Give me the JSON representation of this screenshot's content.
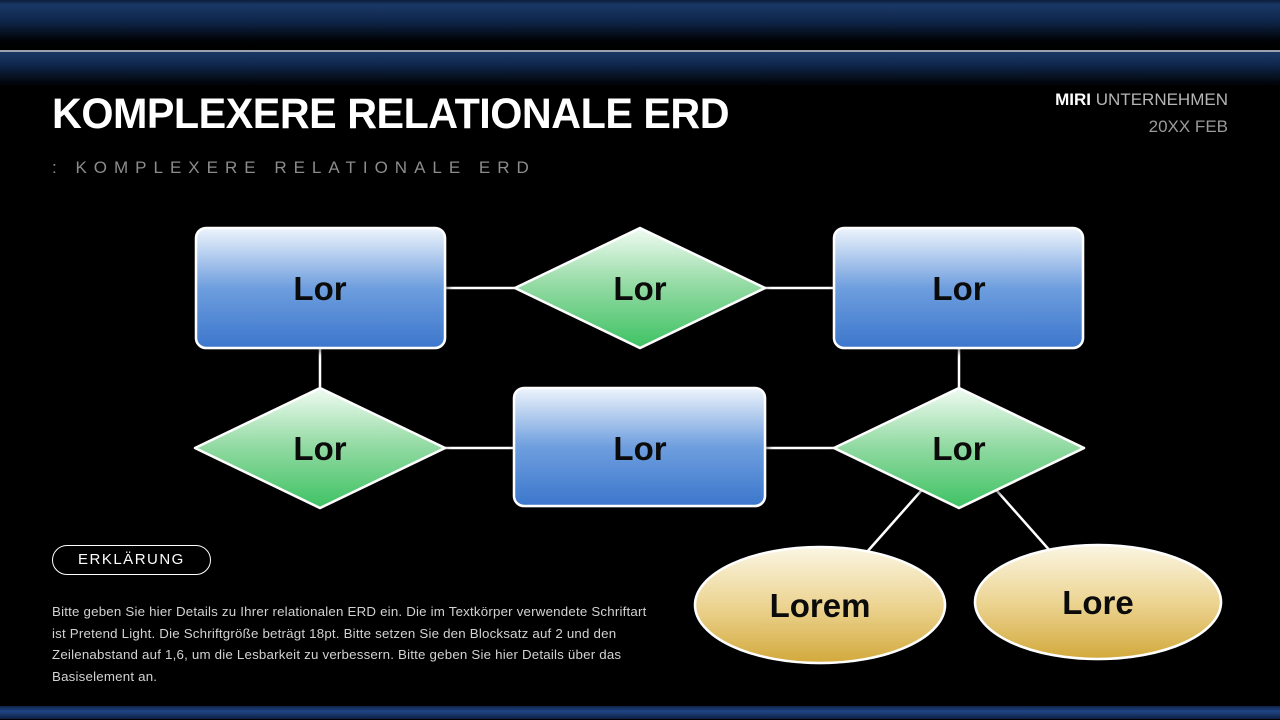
{
  "header": {
    "title": "KOMPLEXERE RELATIONALE ERD",
    "subtitle": ": KOMPLEXERE RELATIONALE ERD",
    "brand_name": "MIRI",
    "brand_suffix": "UNTERNEHMEN",
    "date": "20XX FEB"
  },
  "legend": {
    "label": "ERKLÄRUNG"
  },
  "body": {
    "text": "Bitte geben Sie hier Details zu Ihrer relationalen ERD ein. Die im Textkörper verwendete Schriftart ist Pretend Light. Die Schriftgröße beträgt 18pt. Bitte setzen Sie den Blocksatz auf 2 und den Zeilenabstand auf 1,6, um die Lesbarkeit zu verbessern. Bitte geben Sie hier Details über das Basiselement an."
  },
  "diagram": {
    "nodes": [
      {
        "id": "entity-top-left",
        "type": "entity",
        "label": "Lor"
      },
      {
        "id": "relationship-top",
        "type": "relationship",
        "label": "Lor"
      },
      {
        "id": "entity-top-right",
        "type": "entity",
        "label": "Lor"
      },
      {
        "id": "relationship-mid-left",
        "type": "relationship",
        "label": "Lor"
      },
      {
        "id": "entity-mid",
        "type": "entity",
        "label": "Lor"
      },
      {
        "id": "relationship-mid-right",
        "type": "relationship",
        "label": "Lor"
      },
      {
        "id": "attribute-left",
        "type": "attribute",
        "label": "Lorem"
      },
      {
        "id": "attribute-right",
        "type": "attribute",
        "label": "Lore"
      }
    ]
  },
  "colors": {
    "entity_top": "#eef4fc",
    "entity_mid": "#6e9ede",
    "entity_bottom": "#3c76cc",
    "relationship_top": "#f0fbf2",
    "relationship_mid": "#8fd9a0",
    "relationship_bottom": "#3ec263",
    "attribute_top": "#fbf6e3",
    "attribute_mid": "#ecd492",
    "attribute_bottom": "#d2a93c",
    "connector": "#ffffff",
    "accent_bar": "#1a3866",
    "divider": "#9aa2ad"
  }
}
